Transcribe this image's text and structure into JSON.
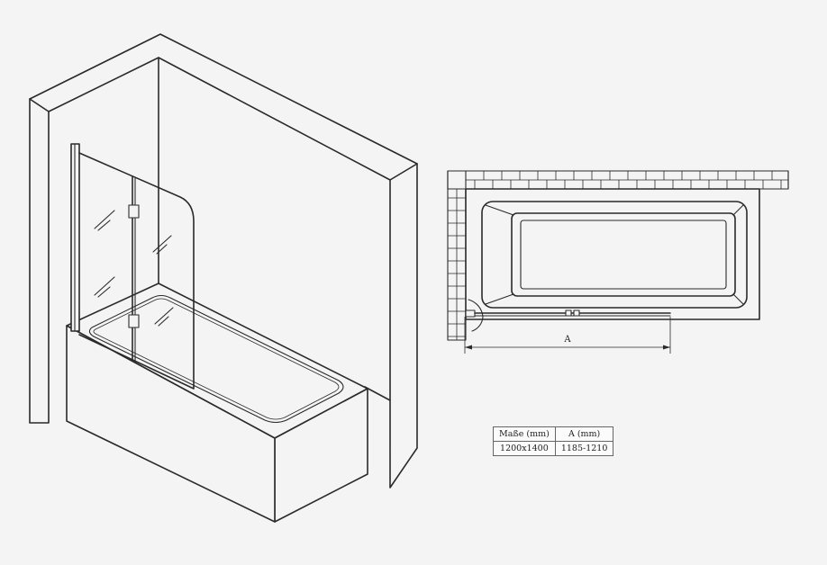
{
  "plan_view": {
    "dimension_label": "A"
  },
  "size_table": {
    "headers": [
      "Maße (mm)",
      "A (mm)"
    ],
    "rows": [
      [
        "1200x1400",
        "1185-1210"
      ]
    ]
  }
}
